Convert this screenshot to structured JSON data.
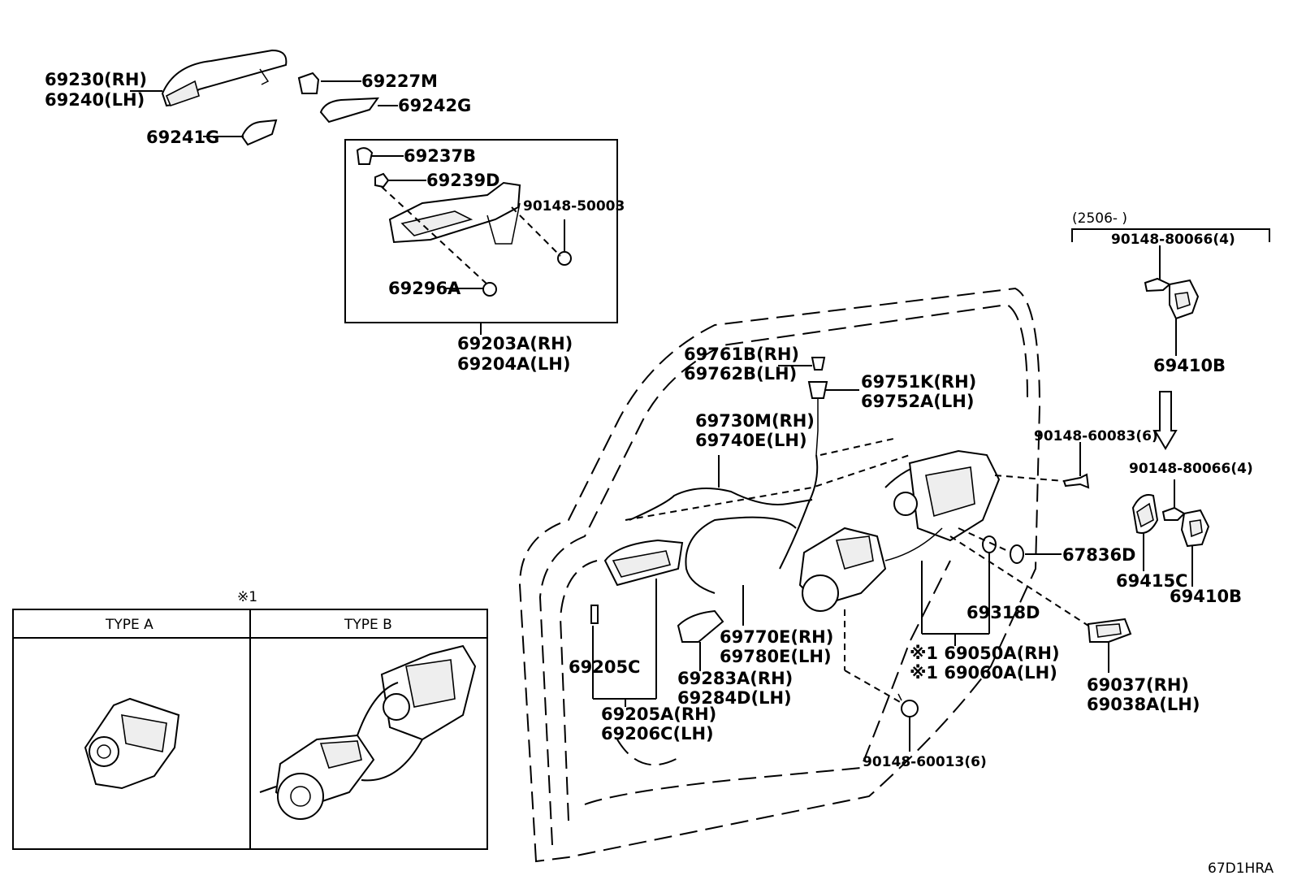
{
  "labels": {
    "p69230": "69230(RH)",
    "p69240": "69240(LH)",
    "p69227m": "69227M",
    "p69242g": "69242G",
    "p69241g": "69241G",
    "p69237b": "69237B",
    "p69239d": "69239D",
    "p90148_50003": "90148-50003",
    "p69296a": "69296A",
    "p69203a": "69203A(RH)",
    "p69204a": "69204A(LH)",
    "p69761b": "69761B(RH)",
    "p69762b": "69762B(LH)",
    "p69751k": "69751K(RH)",
    "p69752a": "69752A(LH)",
    "p69730m": "69730M(RH)",
    "p69740e": "69740E(LH)",
    "p90148_60083": "90148-60083(6)",
    "p67836d": "67836D",
    "p69318d": "69318D",
    "p69050a": "※1 69050A(RH)",
    "p69060a": "※1 69060A(LH)",
    "p69770e": "69770E(RH)",
    "p69780e": "69780E(LH)",
    "p69283a": "69283A(RH)",
    "p69284d": "69284D(LH)",
    "p69205c": "69205C",
    "p69205a": "69205A(RH)",
    "p69206c": "69206C(LH)",
    "p90148_60013": "90148-60013(6)",
    "p69037": "69037(RH)",
    "p69038a": "69038A(LH)",
    "date_range": "(2506-      )",
    "p90148_80066_a": "90148-80066(4)",
    "p69410b_a": "69410B",
    "p90148_80066_b": "90148-80066(4)",
    "p69415c": "69415C",
    "p69410b_b": "69410B"
  },
  "type_table": {
    "note": "※1",
    "type_a": "TYPE A",
    "type_b": "TYPE B"
  },
  "diagram_code": "67D1HRA"
}
